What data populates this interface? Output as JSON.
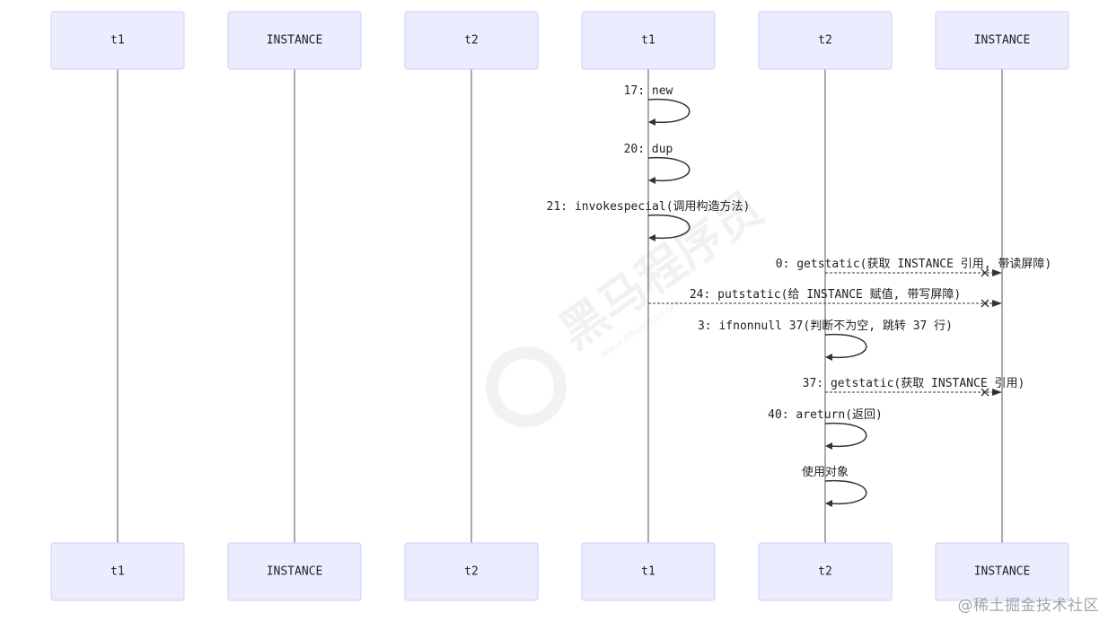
{
  "diagram": {
    "participants": [
      {
        "label": "t1"
      },
      {
        "label": "INSTANCE"
      },
      {
        "label": "t2"
      },
      {
        "label": "t1"
      },
      {
        "label": "t2"
      },
      {
        "label": "INSTANCE"
      }
    ],
    "messages": [
      {
        "kind": "self",
        "from": 3,
        "to": 3,
        "label": "17: new"
      },
      {
        "kind": "self",
        "from": 3,
        "to": 3,
        "label": "20: dup"
      },
      {
        "kind": "self",
        "from": 3,
        "to": 3,
        "label": "21: invokespecial(调用构造方法)"
      },
      {
        "kind": "cross",
        "from": 4,
        "to": 5,
        "label": "0: getstatic(获取 INSTANCE 引用, 带读屏障)"
      },
      {
        "kind": "cross",
        "from": 3,
        "to": 5,
        "label": "24: putstatic(给 INSTANCE 赋值, 带写屏障)"
      },
      {
        "kind": "self",
        "from": 4,
        "to": 4,
        "label": "3: ifnonnull 37(判断不为空, 跳转 37 行)"
      },
      {
        "kind": "cross",
        "from": 4,
        "to": 5,
        "label": "37: getstatic(获取 INSTANCE 引用)"
      },
      {
        "kind": "self",
        "from": 4,
        "to": 4,
        "label": "40: areturn(返回)"
      },
      {
        "kind": "self",
        "from": 4,
        "to": 4,
        "label": "使用对象"
      }
    ]
  },
  "watermark": {
    "brand": "黑马程序员",
    "url": "www.itheima.com"
  },
  "credit": "@稀土掘金技术社区"
}
